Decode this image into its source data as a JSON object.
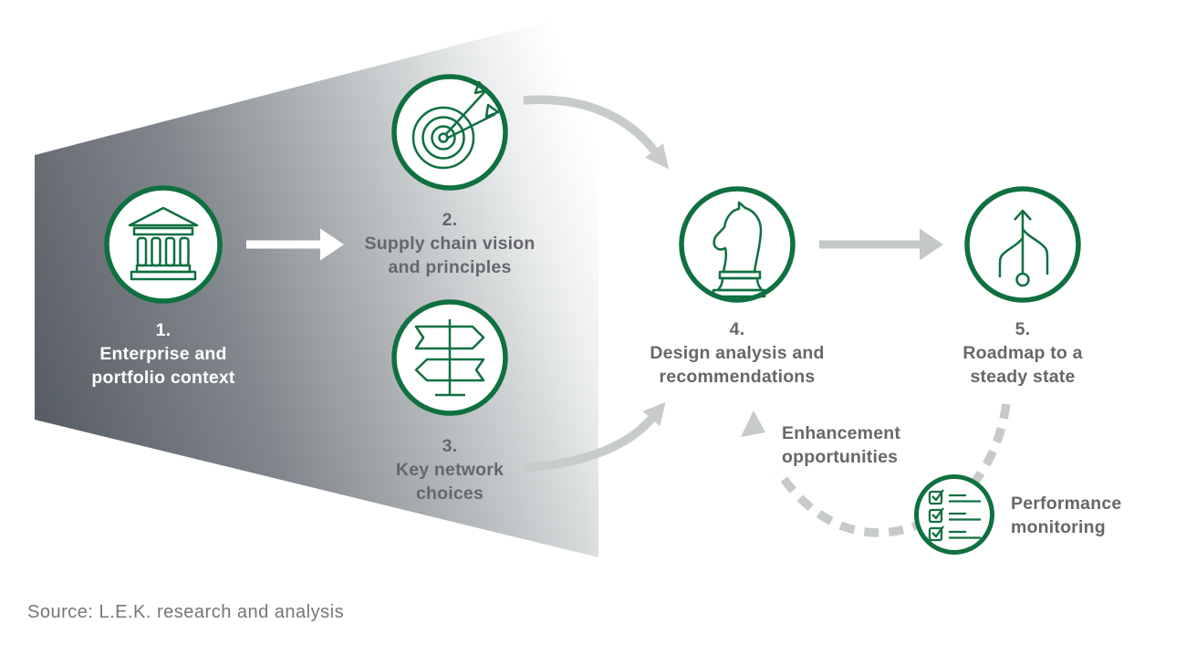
{
  "steps": [
    {
      "number": "1.",
      "label_line1": "Enterprise and",
      "label_line2": "portfolio context",
      "icon": "bank-building-icon"
    },
    {
      "number": "2.",
      "label_line1": "Supply chain vision",
      "label_line2": "and principles",
      "icon": "target-arrows-icon"
    },
    {
      "number": "3.",
      "label_line1": "Key network",
      "label_line2": "choices",
      "icon": "signpost-icon"
    },
    {
      "number": "4.",
      "label_line1": "Design analysis and",
      "label_line2": "recommendations",
      "icon": "chess-knight-icon"
    },
    {
      "number": "5.",
      "label_line1": "Roadmap to a",
      "label_line2": "steady state",
      "icon": "branching-roadmap-icon"
    }
  ],
  "feedback_loop": {
    "enhancement_line1": "Enhancement",
    "enhancement_line2": "opportunities",
    "performance_line1": "Performance",
    "performance_line2": "monitoring",
    "performance_icon": "checklist-icon"
  },
  "source": "Source: L.E.K. research and analysis",
  "colors": {
    "brand_green": "#0f7040",
    "label_gray": "#65676b",
    "arrow_gray": "#c7cbc9",
    "funnel_dark": "#565c63",
    "source_gray": "#75767a",
    "white": "#ffffff"
  }
}
